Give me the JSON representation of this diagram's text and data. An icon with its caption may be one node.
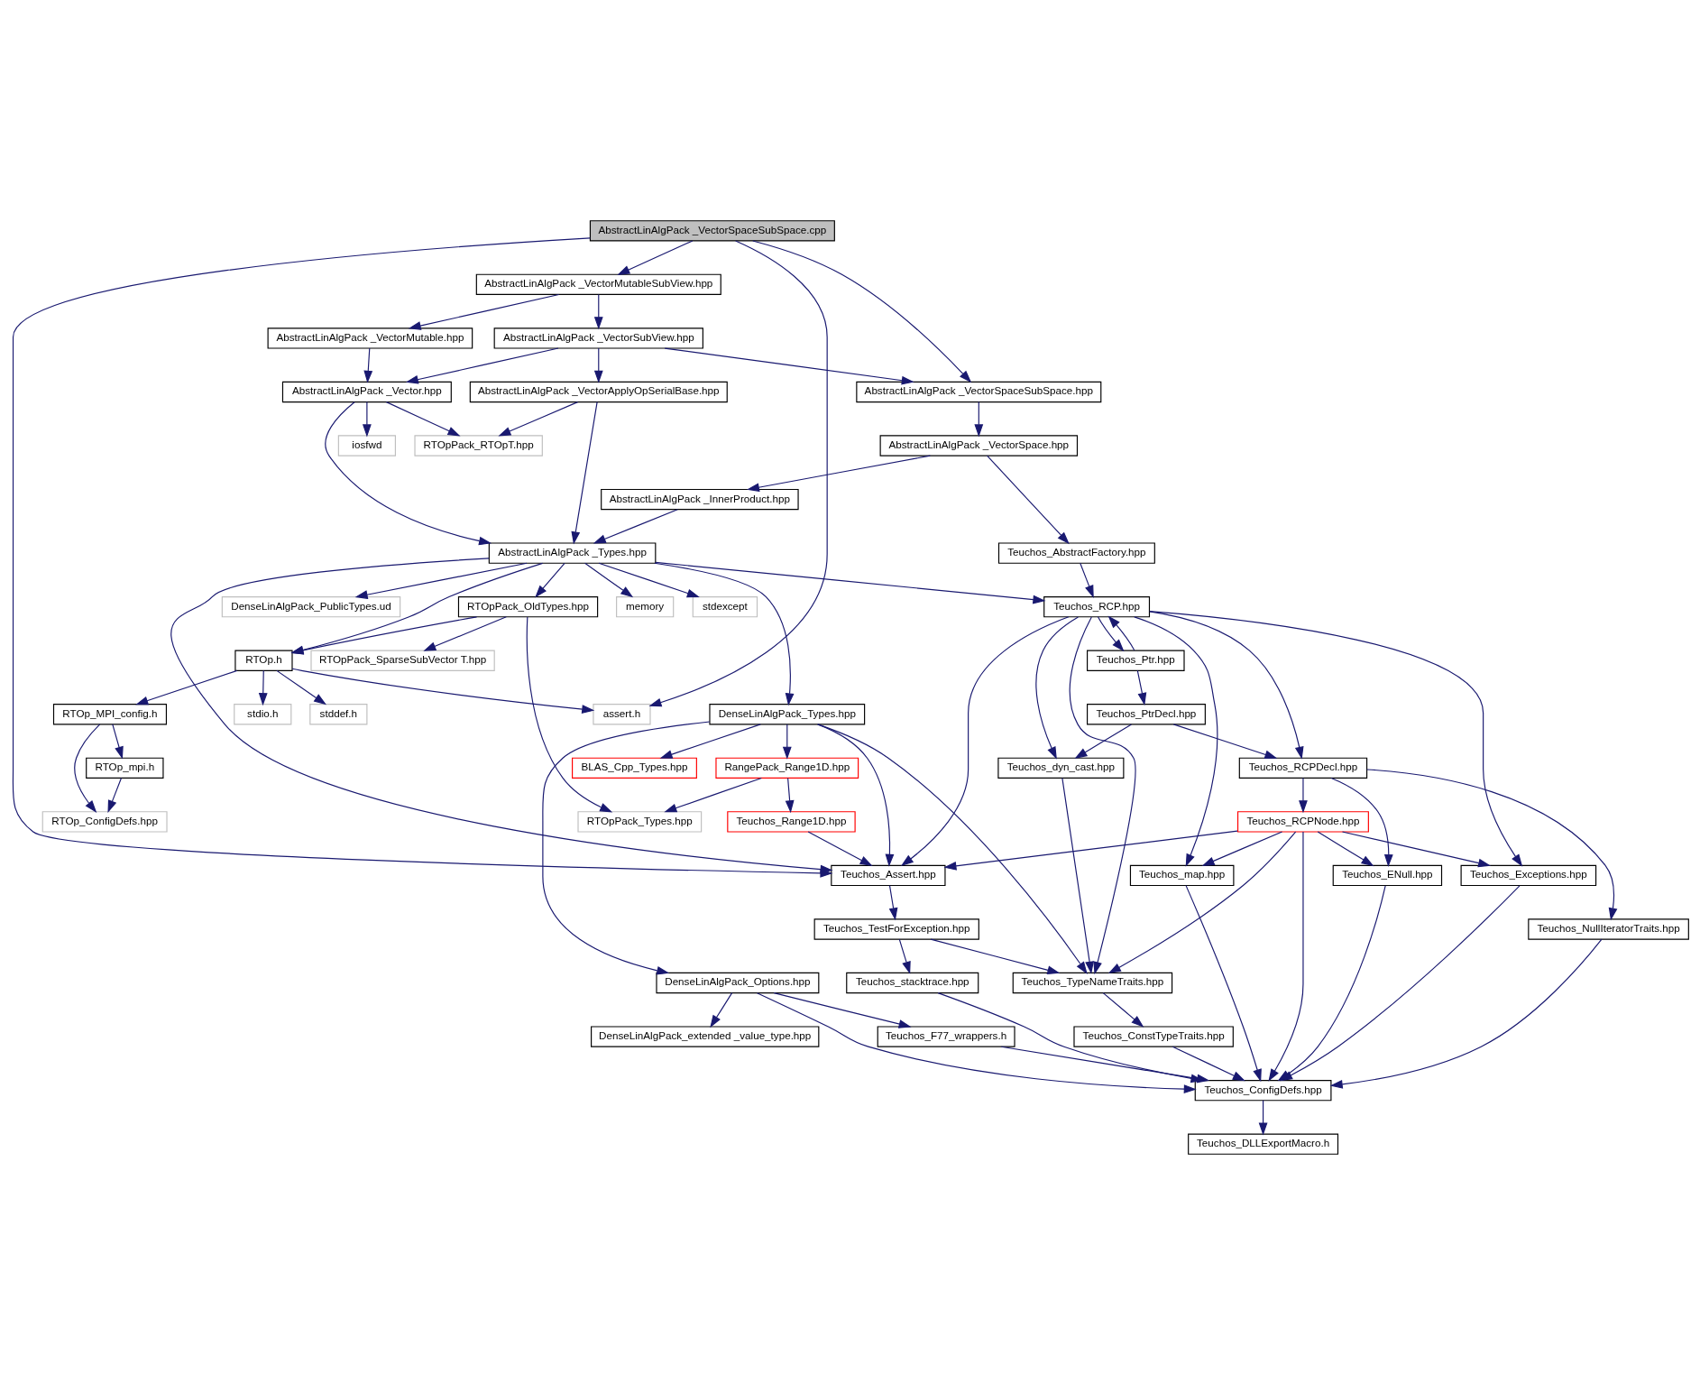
{
  "diagram": {
    "nodes": [
      {
        "text": [
          "AbstractLinAlgPack _VectorSpaceSubSpace.cpp"
        ]
      },
      {
        "text": [
          "AbstractLinAlgPack _VectorMutableSubView.hpp"
        ]
      },
      {
        "text": [
          "AbstractLinAlgPack _VectorSubView.hpp"
        ]
      },
      {
        "text": [
          "AbstractLinAlgPack _VectorMutable.hpp"
        ]
      },
      {
        "text": [
          "AbstractLinAlgPack _VectorSpaceSubSpace.hpp"
        ]
      },
      {
        "text": [
          "AbstractLinAlgPack _VectorApplyOpSerialBase.hpp"
        ]
      },
      {
        "text": [
          "AbstractLinAlgPack _Vector.hpp"
        ]
      },
      {
        "text": [
          "RTOpPack_RTOpT.hpp"
        ]
      },
      {
        "text": [
          "iosfwd"
        ]
      },
      {
        "text": [
          "AbstractLinAlgPack _VectorSpace.hpp"
        ]
      },
      {
        "text": [
          "AbstractLinAlgPack _InnerProduct.hpp"
        ]
      },
      {
        "text": [
          "AbstractLinAlgPack _Types.hpp"
        ]
      },
      {
        "text": [
          "Teuchos_AbstractFactory.hpp"
        ]
      },
      {
        "text": [
          "Teuchos_RCP.hpp"
        ]
      },
      {
        "text": [
          "DenseLinAlgPack_PublicTypes.ud"
        ]
      },
      {
        "text": [
          "RTOpPack_OldTypes.hpp"
        ]
      },
      {
        "text": [
          "memory"
        ]
      },
      {
        "text": [
          "stdexcept"
        ]
      },
      {
        "text": [
          "Teuchos_Ptr.hpp"
        ]
      },
      {
        "text": [
          "RTOpPack_SparseSubVector T.hpp"
        ]
      },
      {
        "text": [
          "RTOp.h"
        ]
      },
      {
        "text": [
          "Teuchos_PtrDecl.hpp"
        ]
      },
      {
        "text": [
          "assert.h"
        ]
      },
      {
        "text": [
          "RTOp_MPI_config.h"
        ]
      },
      {
        "text": [
          "stddef.h"
        ]
      },
      {
        "text": [
          "stdio.h"
        ]
      },
      {
        "text": [
          "DenseLinAlgPack_Types.hpp"
        ]
      },
      {
        "text": [
          "Teuchos_RCPDecl.hpp"
        ]
      },
      {
        "text": [
          "Teuchos_dyn_cast.hpp"
        ]
      },
      {
        "text": [
          "RTOp_mpi.h"
        ]
      },
      {
        "text": [
          "RangePack_Range1D.hpp"
        ]
      },
      {
        "text": [
          "BLAS_Cpp_Types.hpp"
        ]
      },
      {
        "text": [
          "Teuchos_RCPNode.hpp"
        ]
      },
      {
        "text": [
          "RTOp_ConfigDefs.hpp"
        ]
      },
      {
        "text": [
          "RTOpPack_Types.hpp"
        ]
      },
      {
        "text": [
          "Teuchos_Range1D.hpp"
        ]
      },
      {
        "text": [
          "Teuchos_Exceptions.hpp"
        ]
      },
      {
        "text": [
          "Teuchos_ENull.hpp"
        ]
      },
      {
        "text": [
          "Teuchos_map.hpp"
        ]
      },
      {
        "text": [
          "Teuchos_Assert.hpp"
        ]
      },
      {
        "text": [
          "Teuchos_NullIteratorTraits.hpp"
        ]
      },
      {
        "text": [
          "Teuchos_TestForException.hpp"
        ]
      },
      {
        "text": [
          "Teuchos_TypeNameTraits.hpp"
        ]
      },
      {
        "text": [
          "Teuchos_stacktrace.hpp"
        ]
      },
      {
        "text": [
          "DenseLinAlgPack_Options.hpp"
        ]
      },
      {
        "text": [
          "Teuchos_ConstTypeTraits.hpp"
        ]
      },
      {
        "text": [
          "Teuchos_F77_wrappers.h"
        ]
      },
      {
        "text": [
          "DenseLinAlgPack_extended _value_type.hpp"
        ]
      },
      {
        "text": [
          "Teuchos_ConfigDefs.hpp"
        ]
      },
      {
        "text": [
          "Teuchos_DLLExportMacro.h"
        ]
      }
    ],
    "edges": [
      {
        "from": 0,
        "to": 1,
        "arrow": "to"
      },
      {
        "from": 0,
        "to": 4,
        "arrow": "to"
      },
      {
        "from": 0,
        "to": 39,
        "arrow": "to"
      },
      {
        "from": 0,
        "to": 22,
        "arrow": "to"
      },
      {
        "from": 1,
        "to": 2,
        "arrow": "to"
      },
      {
        "from": 1,
        "to": 3,
        "arrow": "to"
      },
      {
        "from": 2,
        "to": 4,
        "arrow": "to"
      },
      {
        "from": 2,
        "to": 5,
        "arrow": "to"
      },
      {
        "from": 2,
        "to": 6,
        "arrow": "to"
      },
      {
        "from": 3,
        "to": 6,
        "arrow": "to"
      },
      {
        "from": 4,
        "to": 9,
        "arrow": "to"
      },
      {
        "from": 5,
        "to": 7,
        "arrow": "to"
      },
      {
        "from": 5,
        "to": 11,
        "arrow": "to"
      },
      {
        "from": 6,
        "to": 7,
        "arrow": "to"
      },
      {
        "from": 6,
        "to": 8,
        "arrow": "to"
      },
      {
        "from": 6,
        "to": 11,
        "arrow": "to"
      },
      {
        "from": 9,
        "to": 12,
        "arrow": "to"
      },
      {
        "from": 9,
        "to": 10,
        "arrow": "to"
      },
      {
        "from": 10,
        "to": 11,
        "arrow": "to"
      },
      {
        "from": 12,
        "to": 13,
        "arrow": "to"
      },
      {
        "from": 11,
        "to": 13,
        "arrow": "to"
      },
      {
        "from": 11,
        "to": 14,
        "arrow": "to"
      },
      {
        "from": 11,
        "to": 15,
        "arrow": "to"
      },
      {
        "from": 11,
        "to": 16,
        "arrow": "to"
      },
      {
        "from": 11,
        "to": 20,
        "arrow": "to"
      },
      {
        "from": 11,
        "to": 17,
        "arrow": "to"
      },
      {
        "from": 11,
        "to": 39,
        "arrow": "to"
      },
      {
        "from": 11,
        "to": 26,
        "arrow": "to"
      },
      {
        "from": 13,
        "to": 36,
        "arrow": "to"
      },
      {
        "from": 13,
        "to": 27,
        "arrow": "to"
      },
      {
        "from": 13,
        "to": 38,
        "arrow": "to"
      },
      {
        "from": 13,
        "to": 18,
        "arrow": "to"
      },
      {
        "from": 13,
        "to": 42,
        "arrow": "to"
      },
      {
        "from": 13,
        "to": 28,
        "arrow": "to"
      },
      {
        "from": 13,
        "to": 39,
        "arrow": "to"
      },
      {
        "from": 18,
        "to": 13,
        "arrow": "to"
      },
      {
        "from": 18,
        "to": 21,
        "arrow": "to"
      },
      {
        "from": 21,
        "to": 27,
        "arrow": "to"
      },
      {
        "from": 21,
        "to": 28,
        "arrow": "to"
      },
      {
        "from": 27,
        "to": 32,
        "arrow": "to"
      },
      {
        "from": 27,
        "to": 37,
        "arrow": "to"
      },
      {
        "from": 27,
        "to": 40,
        "arrow": "to"
      },
      {
        "from": 32,
        "to": 36,
        "arrow": "to"
      },
      {
        "from": 32,
        "to": 37,
        "arrow": "to"
      },
      {
        "from": 32,
        "to": 38,
        "arrow": "to"
      },
      {
        "from": 32,
        "to": 42,
        "arrow": "to"
      },
      {
        "from": 32,
        "to": 39,
        "arrow": "to"
      },
      {
        "from": 32,
        "to": 48,
        "arrow": "to"
      },
      {
        "from": 15,
        "to": 34,
        "arrow": "to"
      },
      {
        "from": 15,
        "to": 19,
        "arrow": "to"
      },
      {
        "from": 15,
        "to": 20,
        "arrow": "to"
      },
      {
        "from": 20,
        "to": 22,
        "arrow": "to"
      },
      {
        "from": 20,
        "to": 23,
        "arrow": "to"
      },
      {
        "from": 20,
        "to": 24,
        "arrow": "to"
      },
      {
        "from": 20,
        "to": 25,
        "arrow": "to"
      },
      {
        "from": 23,
        "to": 29,
        "arrow": "to"
      },
      {
        "from": 23,
        "to": 33,
        "arrow": "to"
      },
      {
        "from": 29,
        "to": 33,
        "arrow": "to"
      },
      {
        "from": 26,
        "to": 30,
        "arrow": "to"
      },
      {
        "from": 26,
        "to": 31,
        "arrow": "to"
      },
      {
        "from": 26,
        "to": 39,
        "arrow": "to"
      },
      {
        "from": 26,
        "to": 42,
        "arrow": "to"
      },
      {
        "from": 26,
        "to": 44,
        "arrow": "to"
      },
      {
        "from": 30,
        "to": 34,
        "arrow": "to"
      },
      {
        "from": 30,
        "to": 35,
        "arrow": "to"
      },
      {
        "from": 35,
        "to": 39,
        "arrow": "to"
      },
      {
        "from": 28,
        "to": 42,
        "arrow": "to"
      },
      {
        "from": 39,
        "to": 41,
        "arrow": "to"
      },
      {
        "from": 41,
        "to": 42,
        "arrow": "to"
      },
      {
        "from": 41,
        "to": 43,
        "arrow": "to"
      },
      {
        "from": 42,
        "to": 45,
        "arrow": "to"
      },
      {
        "from": 45,
        "to": 48,
        "arrow": "to"
      },
      {
        "from": 43,
        "to": 48,
        "arrow": "to"
      },
      {
        "from": 36,
        "to": 48,
        "arrow": "to"
      },
      {
        "from": 37,
        "to": 48,
        "arrow": "to"
      },
      {
        "from": 38,
        "to": 48,
        "arrow": "to"
      },
      {
        "from": 40,
        "to": 48,
        "arrow": "to"
      },
      {
        "from": 44,
        "to": 48,
        "arrow": "to"
      },
      {
        "from": 44,
        "to": 46,
        "arrow": "to"
      },
      {
        "from": 44,
        "to": 47,
        "arrow": "to"
      },
      {
        "from": 46,
        "to": 48,
        "arrow": "to"
      },
      {
        "from": 48,
        "to": 49,
        "arrow": "to"
      }
    ]
  }
}
